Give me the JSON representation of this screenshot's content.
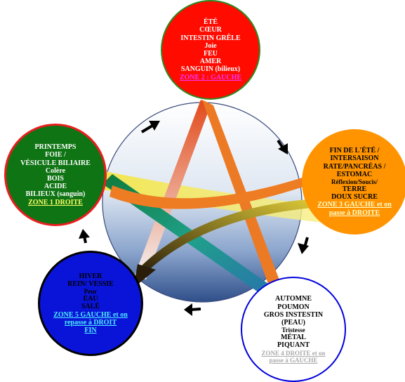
{
  "nodes": {
    "ete": {
      "lines": [
        "ÉTÉ",
        "CŒUR",
        "INTESTIN GRÊLE",
        "Joie",
        "FEU",
        "AMER",
        "SANGUIN (bilieux)"
      ],
      "zone": [
        "ZONE 2 : GAUCHE"
      ]
    },
    "printemps": {
      "lines": [
        "PRINTEMPS",
        "FOIE /",
        "VÉSICULE BILIAIRE",
        "Colère",
        "BOIS",
        "ACIDE",
        "BILIEUX (sanguin)"
      ],
      "zone": [
        "ZONE 1 DROITE"
      ]
    },
    "fin_ete": {
      "lines": [
        "FIN DE L'ÉTÉ /",
        "INTERSAISON",
        "RATE/PANCRÉAS /",
        "ESTOMAC",
        "Réflexion/Soucis/",
        "TERRE",
        "DOUX SUCRE"
      ],
      "zone": [
        "ZONE 3 GAUCHE  et on",
        "passe à DROITE"
      ]
    },
    "automne": {
      "lines": [
        "AUTOMNE",
        "POUMON",
        "GROS INSTESTIN",
        "(PEAU)",
        "Tristesse",
        "MÉTAL",
        "PIQUANT"
      ],
      "zone": [
        "ZONE 4 DROITE et on",
        "passe à  GAUCHE"
      ]
    },
    "hiver": {
      "lines": [
        "HIVER",
        "REIN/ VESSIE",
        "Peur",
        "EAU",
        "SALÉ"
      ],
      "zone": [
        "ZONE 5 GAUCHE et on",
        "repasse à  DROIT",
        "FIN"
      ]
    }
  },
  "colors": {
    "ete": "#ff0b00",
    "printemps": "#0f7414",
    "fin_ete": "#ff9400",
    "automne": "#ffffff",
    "hiver": "#0a14d8",
    "band_yellow": "#f2e64a",
    "stroke_orange": "#f07a1c",
    "stroke_teal": "#1fa08a",
    "stroke_blue": "#4070b0",
    "arrows": "#000000"
  }
}
